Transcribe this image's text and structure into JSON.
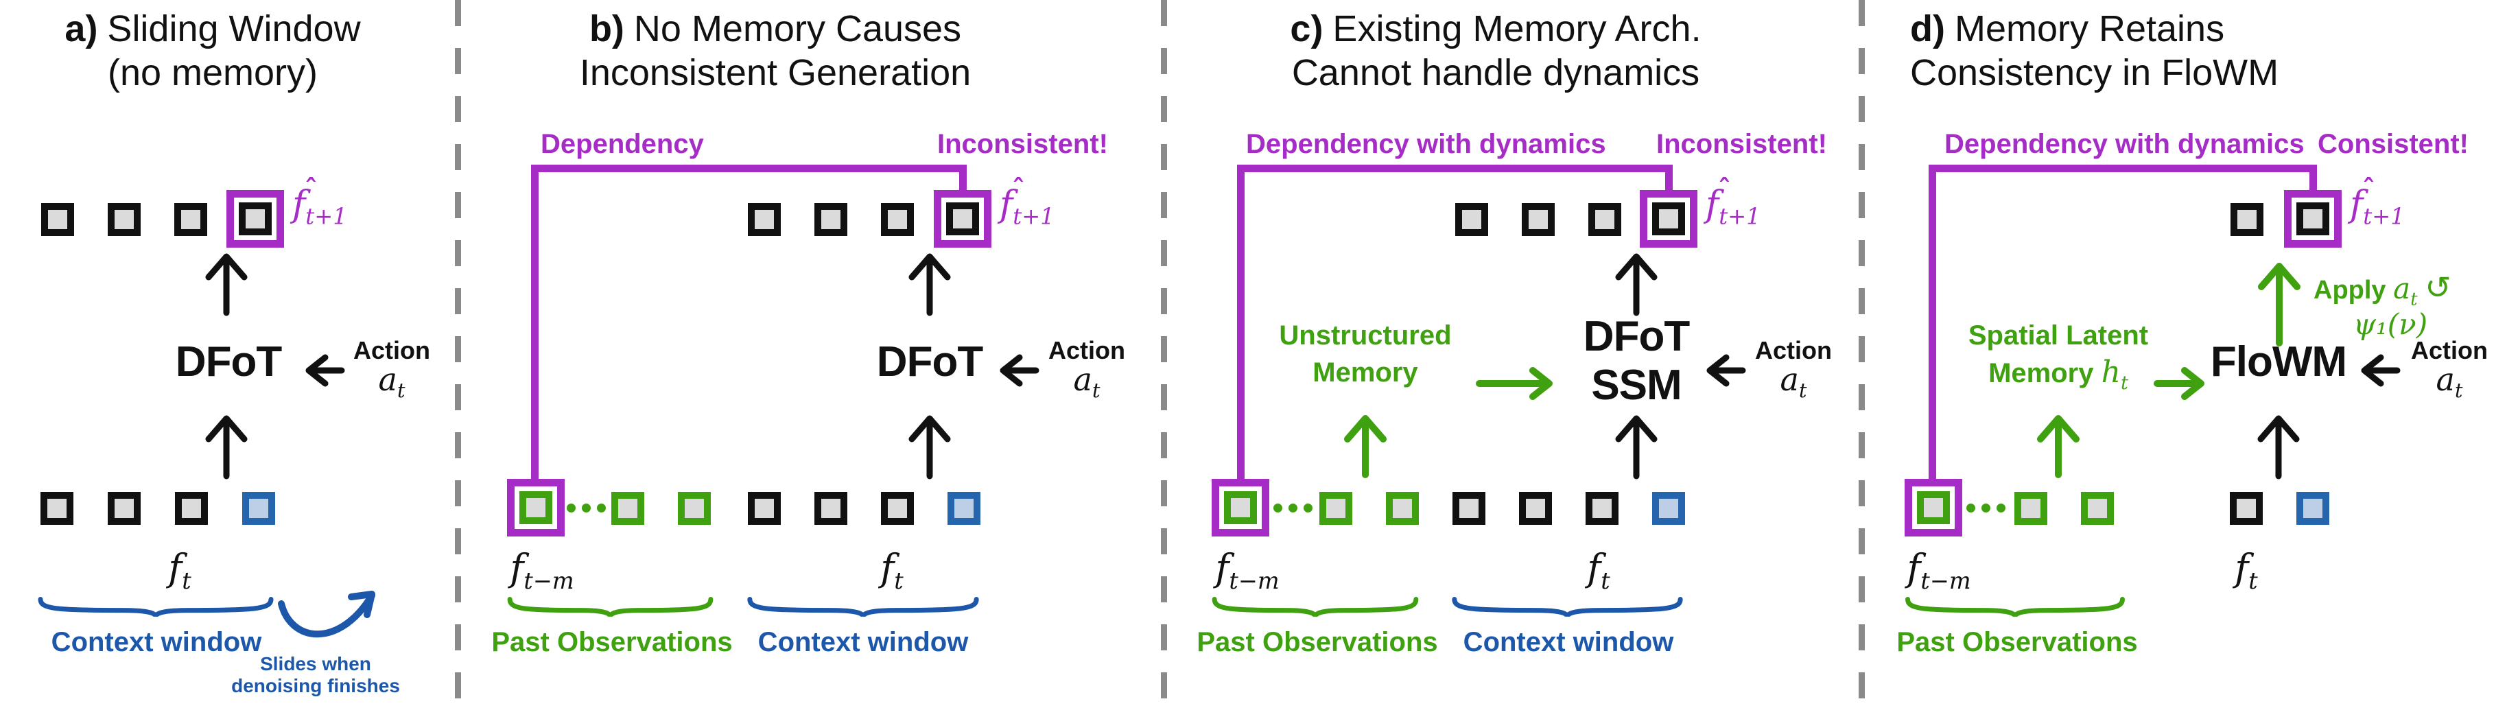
{
  "colors": {
    "magenta": "#A62CC6",
    "green": "#3FA010",
    "blue": "#1D57A9",
    "blue-cell-border": "#2565AE",
    "blue-cell-fill": "#BCCFE7",
    "cell-fill": "#DBDBDB",
    "ink": "#111111",
    "divider": "#8A8A8A"
  },
  "panels": {
    "a": {
      "marker": "a)",
      "title1": "Sliding Window",
      "title2": "(no memory)",
      "pred": {
        "hat": "ˆ",
        "main": "f",
        "sub": "t+1"
      },
      "model": "DFoT",
      "action_label": "Action",
      "action": {
        "main": "a",
        "sub": "t"
      },
      "ft": {
        "main": "f",
        "sub": "t"
      },
      "context_label": "Context window",
      "slides1": "Slides when",
      "slides2": "denoising finishes"
    },
    "b": {
      "marker": "b)",
      "title1": "No Memory Causes",
      "title2": "Inconsistent Generation",
      "dep_label": "Dependency",
      "result_label": "Inconsistent!",
      "pred": {
        "hat": "ˆ",
        "main": "f",
        "sub": "t+1"
      },
      "model": "DFoT",
      "action_label": "Action",
      "action": {
        "main": "a",
        "sub": "t"
      },
      "ftm": {
        "main": "f",
        "sub": "t−m"
      },
      "ft": {
        "main": "f",
        "sub": "t"
      },
      "past_label": "Past Observations",
      "context_label": "Context window"
    },
    "c": {
      "marker": "c)",
      "title1": "Existing Memory Arch.",
      "title2": "Cannot handle dynamics",
      "dep_label": "Dependency with dynamics",
      "result_label": "Inconsistent!",
      "memory1": "Unstructured",
      "memory2": "Memory",
      "model1": "DFoT",
      "model2": "SSM",
      "pred": {
        "hat": "ˆ",
        "main": "f",
        "sub": "t+1"
      },
      "action_label": "Action",
      "action": {
        "main": "a",
        "sub": "t"
      },
      "ftm": {
        "main": "f",
        "sub": "t−m"
      },
      "ft": {
        "main": "f",
        "sub": "t"
      },
      "past_label": "Past Observations",
      "context_label": "Context window"
    },
    "d": {
      "marker": "d)",
      "title1": "Memory Retains",
      "title2": "Consistency in FloWM",
      "dep_label": "Dependency with dynamics",
      "result_label": "Consistent!",
      "apply_label": "Apply",
      "apply_loop": "↺",
      "psi": "ψ₁(ν)",
      "memory1": "Spatial Latent",
      "memory2": "Memory",
      "memory_sym": {
        "main": "h",
        "sub": "t"
      },
      "model": "FloWM",
      "pred": {
        "hat": "ˆ",
        "main": "f",
        "sub": "t+1"
      },
      "action_label": "Action",
      "action": {
        "main": "a",
        "sub": "t"
      },
      "ftm": {
        "main": "f",
        "sub": "t−m"
      },
      "ft": {
        "main": "f",
        "sub": "t"
      },
      "past_label": "Past Observations"
    }
  }
}
